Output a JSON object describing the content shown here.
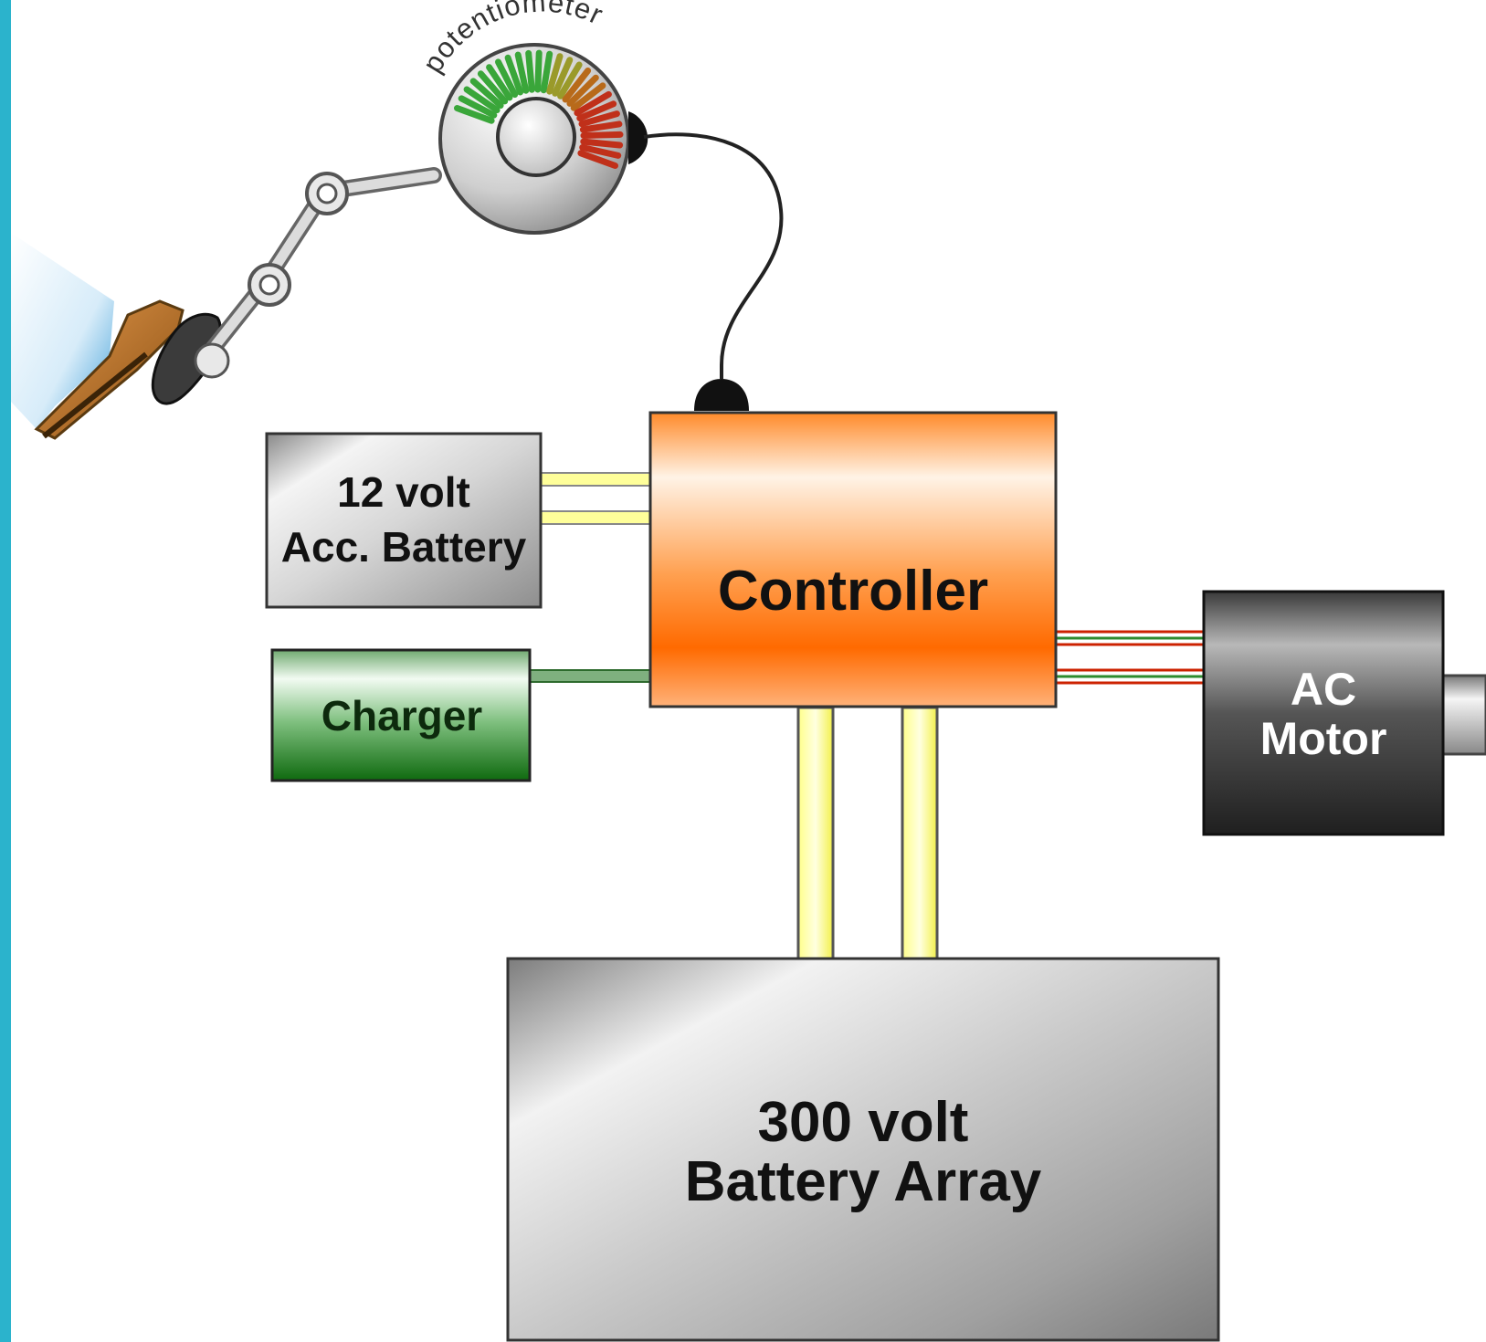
{
  "diagram": {
    "potentiometer_label": "potentiometer",
    "blocks": {
      "acc_battery": {
        "line1": "12 volt",
        "line2": "Acc. Battery"
      },
      "charger": {
        "label": "Charger"
      },
      "controller": {
        "label": "Controller"
      },
      "motor": {
        "line1": "AC",
        "line2": "Motor"
      },
      "battery_array": {
        "line1": "300 volt",
        "line2": "Battery Array"
      }
    },
    "colors": {
      "frame_accent": "#2bb3cc",
      "controller_orange": "#ff6a00",
      "charger_green": "#1f7a1f",
      "motor_dark": "#2a2a2a",
      "battery_gray": "#a8a8a8",
      "wire_yellow": "#ffff66",
      "wire_red": "#cc2200",
      "wire_green": "#2e8b2e",
      "shoe_brown": "#a8651c"
    },
    "icons": [
      "foot-icon",
      "pedal-icon",
      "linkage-icon",
      "potentiometer-dial-icon",
      "motor-shaft-icon"
    ]
  }
}
